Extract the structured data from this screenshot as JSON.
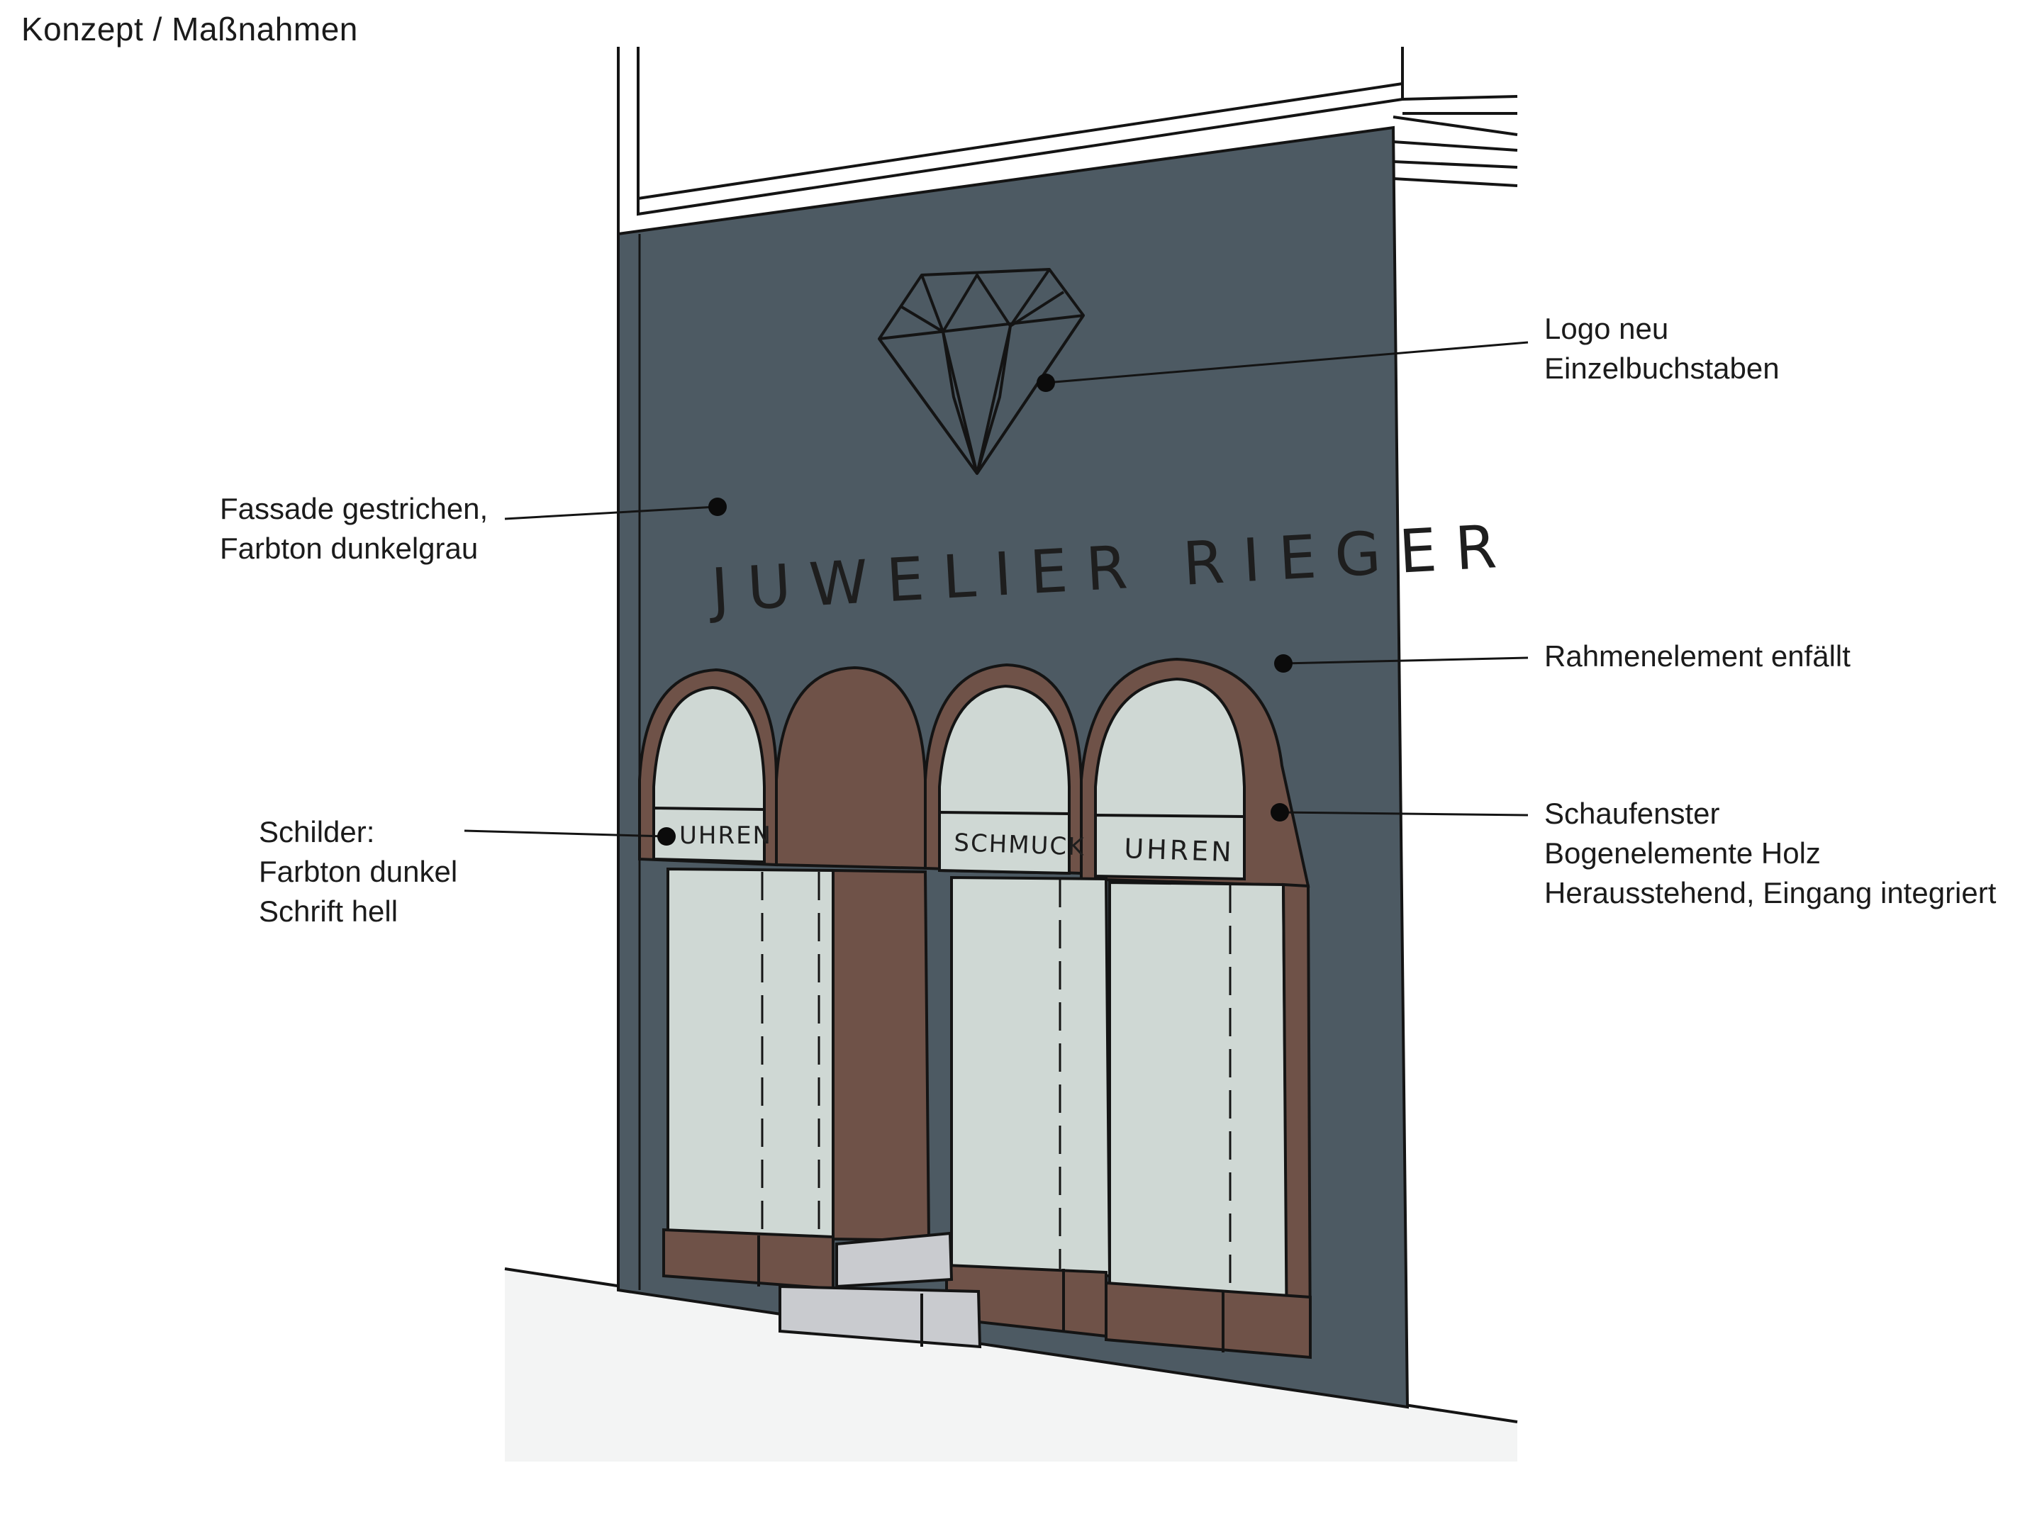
{
  "page": {
    "title": "Konzept / Maßnahmen"
  },
  "annotations": {
    "logo": {
      "lines": [
        "Logo neu",
        "Einzelbuchstaben"
      ]
    },
    "fassade": {
      "lines": [
        "Fassade gestrichen,",
        "Farbton dunkelgrau"
      ]
    },
    "rahmen": {
      "lines": [
        "Rahmenelement enfällt"
      ]
    },
    "schaufenster": {
      "lines": [
        "Schaufenster",
        "Bogenelemente Holz",
        "Herausstehend, Eingang integriert"
      ]
    },
    "schilder": {
      "lines": [
        "Schilder:",
        "Farbton dunkel",
        "Schrift hell"
      ]
    }
  },
  "facade": {
    "shop_name": "JUWELIER RIEGER",
    "signs": [
      "UHREN",
      "SCHMUCK",
      "UHREN"
    ],
    "colors": {
      "facade": "#4d5a63",
      "wood": "#6f5248",
      "glass": "#cfd8d4",
      "steps": "#c9cbcf",
      "outline": "#141414"
    },
    "logo_icon": "diamond-icon"
  }
}
